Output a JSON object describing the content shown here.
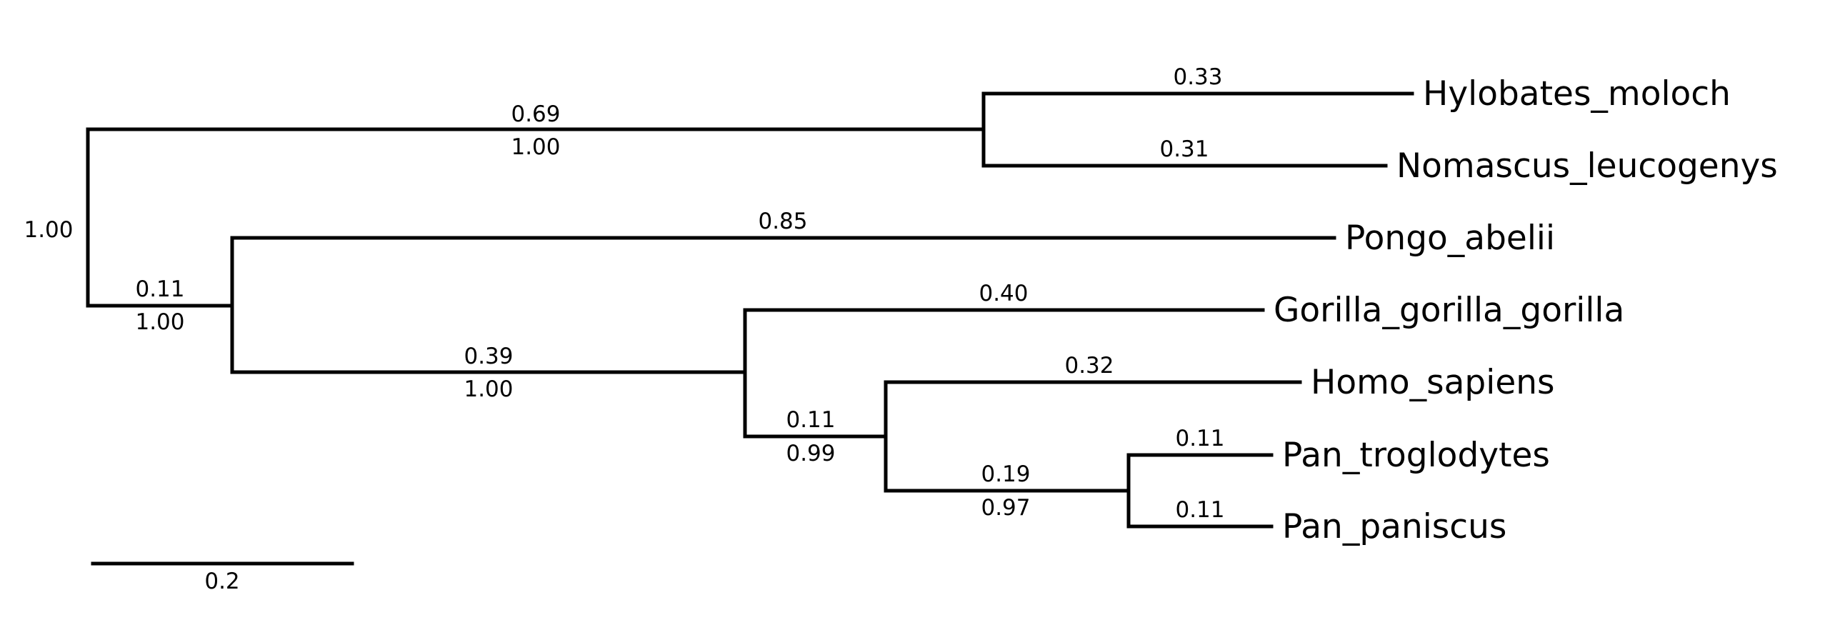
{
  "figure": {
    "background_color": "#ffffff",
    "line_color": "#000000",
    "text_color": "#000000"
  },
  "tree": {
    "type": "phylogram",
    "root": {
      "support": "1.00"
    },
    "clades": [
      {
        "id": "gibbons",
        "branch_length": "0.69",
        "support": "1.00"
      },
      {
        "id": "great-apes",
        "branch_length": "0.11",
        "support": "1.00"
      },
      {
        "id": "african-apes",
        "branch_length": "0.39",
        "support": "1.00"
      },
      {
        "id": "homo-pan",
        "branch_length": "0.11",
        "support": "0.99"
      },
      {
        "id": "pan",
        "branch_length": "0.19",
        "support": "0.97"
      }
    ],
    "tips": [
      {
        "name": "Hylobates_moloch",
        "branch_length": "0.33"
      },
      {
        "name": "Nomascus_leucogenys",
        "branch_length": "0.31"
      },
      {
        "name": "Pongo_abelii",
        "branch_length": "0.85"
      },
      {
        "name": "Gorilla_gorilla_gorilla",
        "branch_length": "0.40"
      },
      {
        "name": "Homo_sapiens",
        "branch_length": "0.32"
      },
      {
        "name": "Pan_troglodytes",
        "branch_length": "0.11"
      },
      {
        "name": "Pan_paniscus",
        "branch_length": "0.11"
      }
    ],
    "scale_bar": {
      "label": "0.2"
    }
  }
}
